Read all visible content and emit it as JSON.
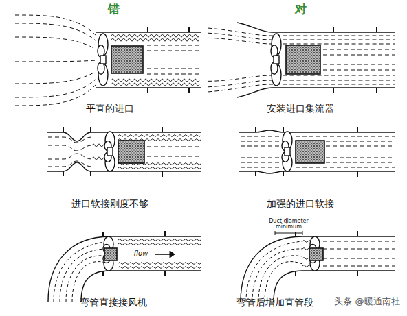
{
  "diagram": {
    "labels": [
      "错",
      "对",
      "平直的进口",
      "安装进口集流器",
      "进口软接刚度不够",
      "加强的进口软接",
      "弯管直接接风机",
      "弯管后增加直管段",
      "Duct diameter minimum",
      "flow",
      "头条 @暖通南社"
    ]
  }
}
